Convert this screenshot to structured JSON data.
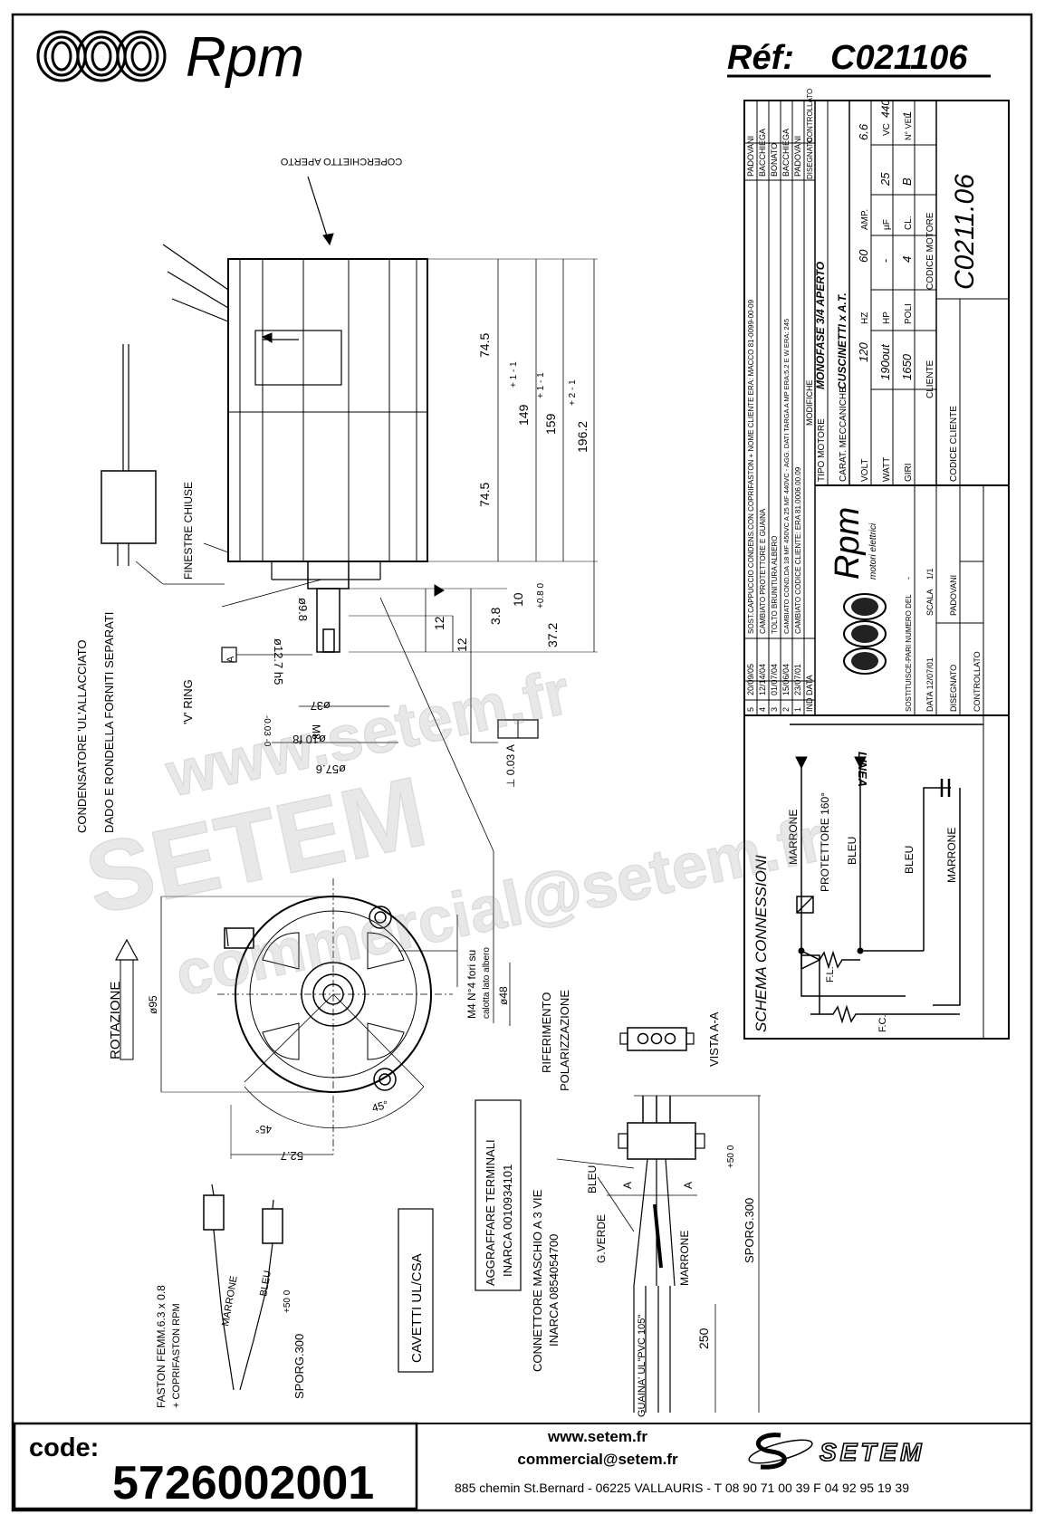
{
  "header": {
    "brand": "Rpm",
    "ref_label": "Réf:",
    "ref_code": "C021106"
  },
  "watermark": {
    "line1": "www.setem.fr",
    "line2": "SETEM",
    "line3": "commercial@setem.fr"
  },
  "title_block": {
    "revisions": [
      {
        "ind": "5",
        "date": "20/09/05",
        "mod": "SOST.CAPPUCCIO CONDENS.CON COPRIFASTON + NOME CLIENTE ERA: MACCO 81-0099-00-09",
        "by": "PADOVANI"
      },
      {
        "ind": "4",
        "date": "12/14/04",
        "mod": "CAMBIATO PROTETTORE E GUAINA",
        "by": "BACCHIEGA"
      },
      {
        "ind": "3",
        "date": "01/07/04",
        "mod": "TOLTO BRUNITURA ALBERO",
        "by": "BONATO"
      },
      {
        "ind": "2",
        "date": "15/06/04",
        "mod": "CAMBIATO COND.DA 18 MF 450VC A 25 MF 440VC - AGG. DATI TARGA A MP ERA:5.2 E W ERA: 245",
        "by": "BACCHIEGA"
      },
      {
        "ind": "1",
        "date": "23/07/01",
        "mod": "CAMBIATO CODICE CLIENTE: ERA 81.0006.00.09",
        "by": "PADOVANI"
      }
    ],
    "rev_head_ind": "IND",
    "rev_head_date": "DATA",
    "rev_head_mod": "MODIFICHE",
    "rev_head_sign": "DISEGNATO",
    "rev_head_ctrl": "CONTROLLATO",
    "tipo_label": "TIPO MOTORE",
    "tipo_value": "MONOFASE 3/4 APERTO",
    "carat_label": "CARAT. MECCANICHE",
    "carat_value": "CUSCINETTI x A.T.",
    "volt_label": "VOLT",
    "volt_value": "120",
    "hz_label": "HZ",
    "hz_value": "60",
    "amp_label": "AMP.",
    "amp_value": "6.6",
    "watt_label": "WATT",
    "watt_value": "190out",
    "hp_label": "HP",
    "hp_value": "-",
    "uf_label": "µF",
    "uf_value": "25",
    "vc_label": "VC",
    "vc_value": "440",
    "giri_label": "GIRI",
    "giri_value": "1650",
    "poli_label": "POLI",
    "poli_value": "4",
    "cl_label": "CL.",
    "cl_value": "B",
    "nvel_label": "N° VEL.",
    "nvel_value": "1",
    "cliente_label": "CLIENTE",
    "codice_motore_label": "CODICE MOTORE",
    "codice_motore_value": "C0211.06",
    "codice_cliente_label": "CODICE CLIENTE",
    "rpm_brand": "Rpm",
    "rpm_sub": "motori elettrici",
    "sost_label": "SOSTITUISCE-PARI NUMERO DEL",
    "sost_value": "-",
    "data_label": "DATA 12/07/01",
    "scala_label": "SCALA",
    "scala_value": "1/1",
    "disegnato_label": "DISEGNATO",
    "disegnato_value": "PADOVANI",
    "controllato_label": "CONTROLLATO"
  },
  "schema": {
    "title": "SCHEMA CONNESSIONI",
    "linea": "LINEA",
    "marrone": "MARRONE",
    "protettore": "PROTETTORE 160°",
    "bleu1": "BLEU",
    "bleu2": "BLEU",
    "marrone2": "MARRONE",
    "fl": "F.L.",
    "fc": "F.C."
  },
  "side_view": {
    "coperchietto": "COPERCHIETTO APERTO",
    "finestre": "FINESTRE CHIUSE",
    "dim_745a": "74.5",
    "dim_745b": "74.5",
    "dim_149": "149",
    "dim_149_tol": "+ 1 - 1",
    "dim_159": "159",
    "dim_159_tol": "+ 1 - 1",
    "dim_1962": "196.2",
    "dim_1962_tol": "+ 2 - 1",
    "dim_38": "3.8",
    "dim_10": "10",
    "dim_10_tol": "+0.8 0",
    "dim_372": "37.2",
    "dim_12a": "12",
    "dim_12b": "12",
    "dim_98": "ø9.8",
    "dim_127": "ø12.7 h5",
    "dim_37": "ø37",
    "dim_m8": "M8",
    "dim_10f8": "ø10 f8",
    "dim_576": "ø57.6",
    "dim_003": "-0.03 -0",
    "tol_box": "⊥ 0.03 A",
    "datum_a": "A",
    "v_ring": "'V' RING",
    "condensatore": "CONDENSATORE 'UL'ALLACCIATO",
    "dado": "DADO E RONDELLA FORNITI SEPARATI"
  },
  "front_view": {
    "rotazione": "ROTAZIONE",
    "dia95": "ø95",
    "dia48": "ø48",
    "m4": "M4 N°4 fori su",
    "calotta": "calotta lato albero",
    "ang45a": "45°",
    "ang45b": "45°",
    "dim_527": "52.7",
    "riferimento": "RIFERIMENTO",
    "polarizzazione": "POLARIZZAZIONE",
    "vista": "VISTA A-A"
  },
  "cables": {
    "faston1": "FASTON FEMM.6.3 x 0.8",
    "faston2": "+ COPRIFASTON RPM",
    "marrone": "MARRONE",
    "bleu": "BLEU",
    "sporg": "SPORG.300",
    "sporg_tol": "+50 0",
    "cavetti": "CAVETTI UL/CSA",
    "aggraffare1": "AGGRAFFARE TERMINALI",
    "aggraffare2": "INARCA 0010934101",
    "connettore1": "CONNETTORE MASCHIO A 3 VIE",
    "connettore2": "INARCA 0854054700",
    "bleu2": "BLEU",
    "gverde": "G.VERDE",
    "guaina": "GUAINA' UL\"PVC 105\"",
    "marrone2": "MARRONE",
    "dim_250": "250",
    "sporg2": "SPORG.300",
    "sporg2_tol": "+50 0",
    "section_a1": "A",
    "section_a2": "A"
  },
  "footer": {
    "code_label": "code:",
    "code_value": "5726002001",
    "web": "www.setem.fr",
    "email": "commercial@setem.fr",
    "address": "885 chemin St.Bernard  -  06225 VALLAURIS  -  T 08 90 71 00 39  F 04 92 95 19 39",
    "setem_logo": "SETEM"
  }
}
